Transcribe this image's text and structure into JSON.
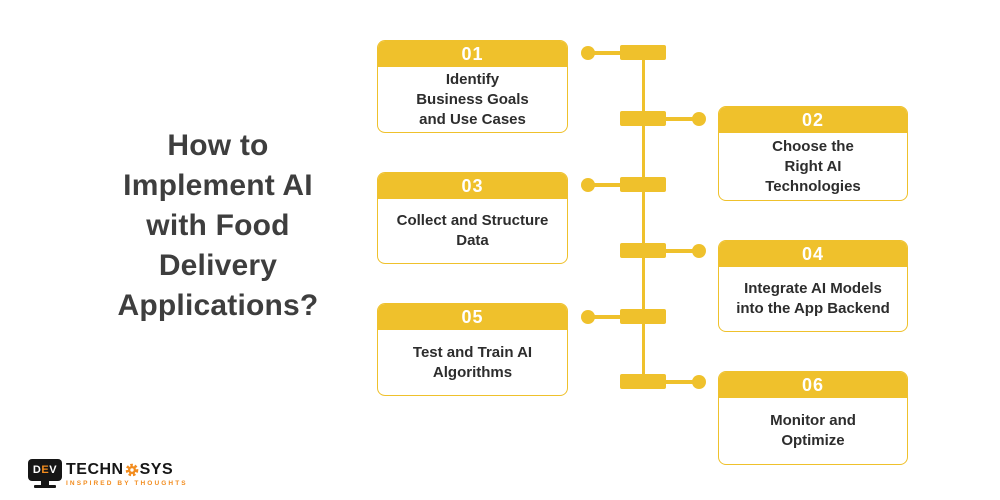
{
  "title": {
    "text": "How to\nImplement AI\nwith Food\nDelivery\nApplications?"
  },
  "steps": [
    {
      "number": "01",
      "label": "Identify\nBusiness Goals\nand Use Cases",
      "side": "left"
    },
    {
      "number": "02",
      "label": "Choose the\nRight AI\nTechnologies",
      "side": "right"
    },
    {
      "number": "03",
      "label": "Collect and Structure\nData",
      "side": "left"
    },
    {
      "number": "04",
      "label": "Integrate AI Models\ninto the App Backend",
      "side": "right"
    },
    {
      "number": "05",
      "label": "Test and Train AI\nAlgorithms",
      "side": "left"
    },
    {
      "number": "06",
      "label": "Monitor and\nOptimize",
      "side": "right"
    }
  ],
  "logo": {
    "monitor_letter_1": "D",
    "monitor_letter_2": "E",
    "monitor_letter_3": "V",
    "brand_prefix": "TECHN",
    "brand_suffix": "SYS",
    "gear_icon": "gear",
    "tagline": "INSPIRED BY THOUGHTS"
  },
  "colors": {
    "accent_yellow": "#EFC12C",
    "title_text": "#3E3E3E",
    "card_text": "#2D2D2D",
    "number_text": "#FFFFFF",
    "logo_black": "#161616",
    "logo_orange": "#F28C1E",
    "background": "#FFFFFF"
  }
}
